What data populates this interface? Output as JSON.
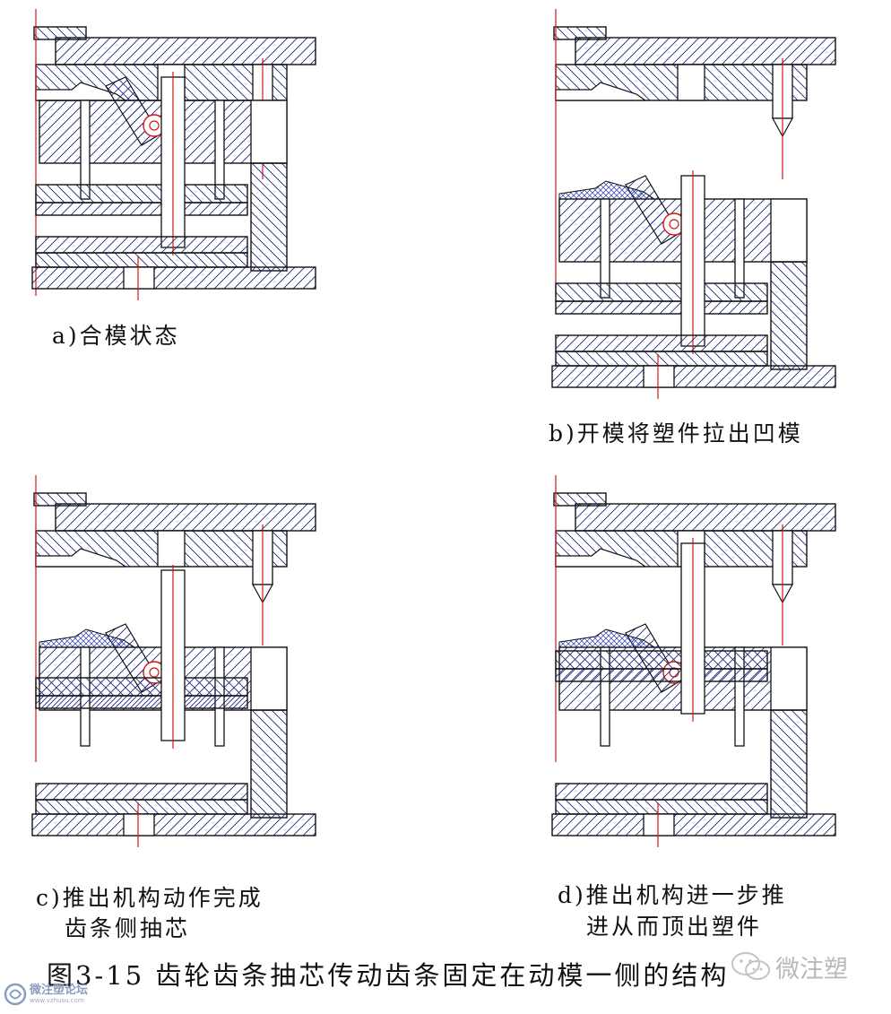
{
  "captions": {
    "a": "a)合模状态",
    "b": "b)开模将塑件拉出凹模",
    "c_line1": "c)推出机构动作完成",
    "c_line2": "齿条侧抽芯",
    "d_line1": "d)推出机构进一步推",
    "d_line2": "进从而顶出塑件"
  },
  "figure_title": "图3-15 齿轮齿条抽芯传动齿条固定在动模一侧的结构",
  "watermark_right": "微注塑",
  "watermark_left": {
    "name": "微注塑论坛",
    "url": "www.vzhusu.com"
  },
  "icons": {
    "wechat": "wechat-icon",
    "forum_logo": "forum-logo-icon"
  },
  "colors": {
    "outline": "#111111",
    "hatch_metal": "#1e2a80",
    "hatch_part": "#2b39b0",
    "centerline": "#d01818",
    "watermark": "#b9b9b9"
  },
  "panels": [
    {
      "id": "a",
      "state": "closed"
    },
    {
      "id": "b",
      "state": "opened"
    },
    {
      "id": "c",
      "state": "ejected"
    },
    {
      "id": "d",
      "state": "ejected-further"
    }
  ]
}
